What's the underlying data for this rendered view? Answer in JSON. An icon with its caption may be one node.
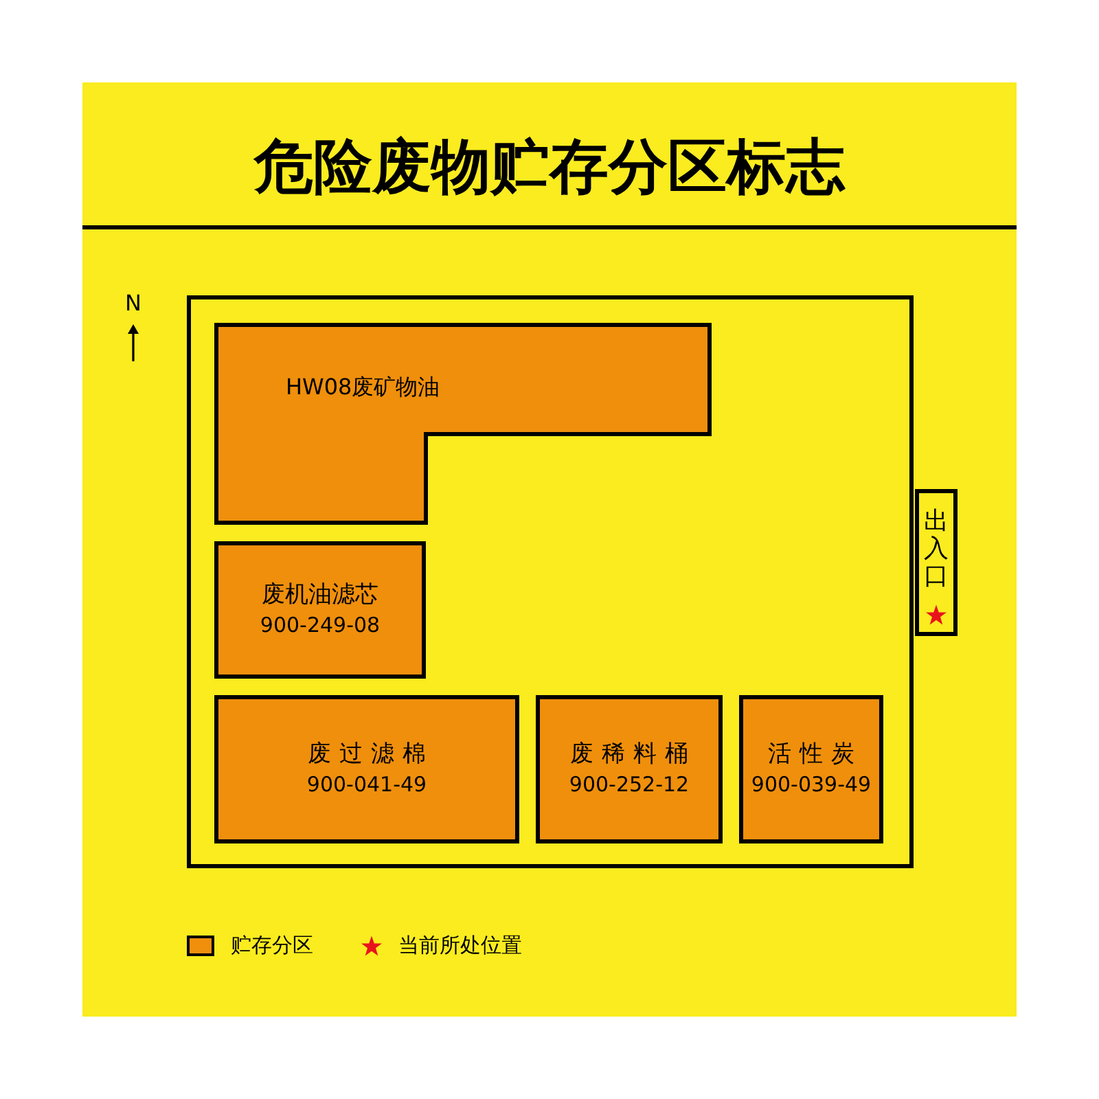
{
  "diagram": {
    "title": "危险废物贮存分区标志",
    "nodes": [
      {
        "text": [],
        "shape": "box"
      },
      {
        "text": [
          "HW08废矿物油"
        ],
        "in": 0
      },
      {
        "text": [
          "废机油滤芯",
          "900-249-08"
        ],
        "in": 0
      },
      {
        "text": [
          "废过滤棉",
          "900-041-49"
        ],
        "in": 0
      },
      {
        "text": [
          "废稀料桶",
          "900-252-12"
        ],
        "in": 0
      },
      {
        "text": [
          "活性炭",
          "900-039-49"
        ],
        "in": 0
      },
      {
        "text": [
          "出入口"
        ]
      }
    ],
    "labels": [
      "N"
    ],
    "legend": [
      {
        "text": "贮存分区",
        "color": "#ef8f0c"
      },
      {
        "text": "当前所处位置"
      }
    ]
  }
}
